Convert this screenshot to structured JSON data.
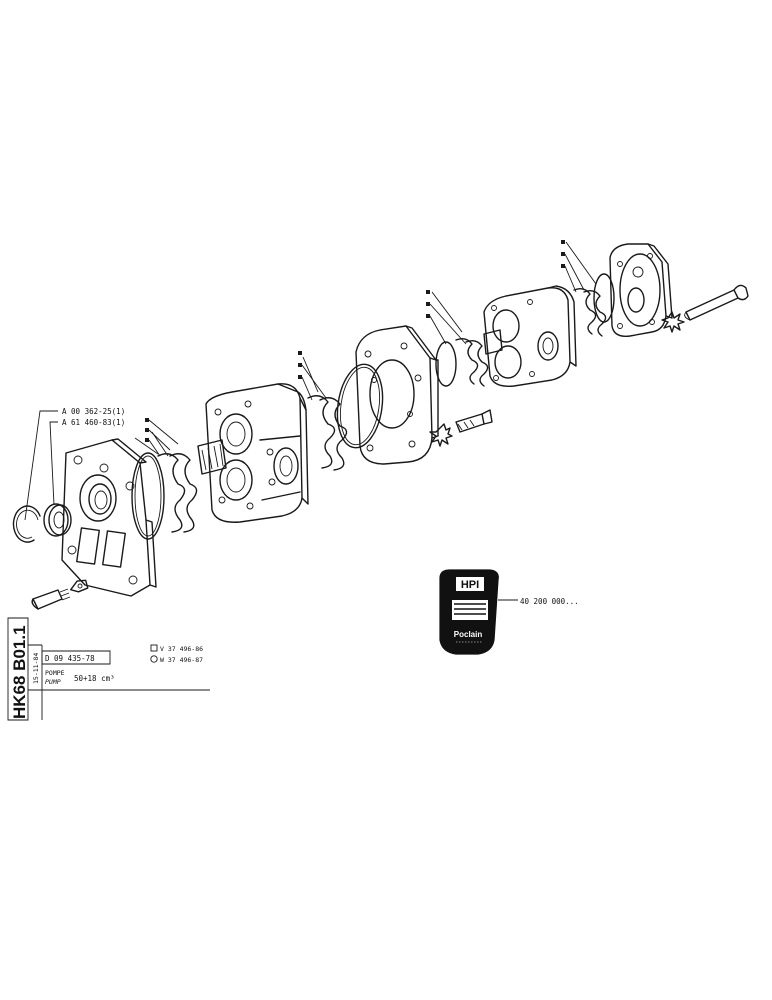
{
  "refs": {
    "circlip": "A 00 362-25(1)",
    "seal": "A 61 460-83(1)",
    "badge": "40 200 000..."
  },
  "title_block": {
    "sheet_code": "HK68 B01.1",
    "date": "15-11-84",
    "drawing_no": "D 09 435-78",
    "variant_v": "V 37 496-86",
    "variant_w": "W 37 496-87",
    "name_fr": "POMPE",
    "name_en": "PUMP",
    "displacement": "50+18 cm³"
  },
  "badge": {
    "brand": "HPI",
    "maker": "Poclain"
  }
}
